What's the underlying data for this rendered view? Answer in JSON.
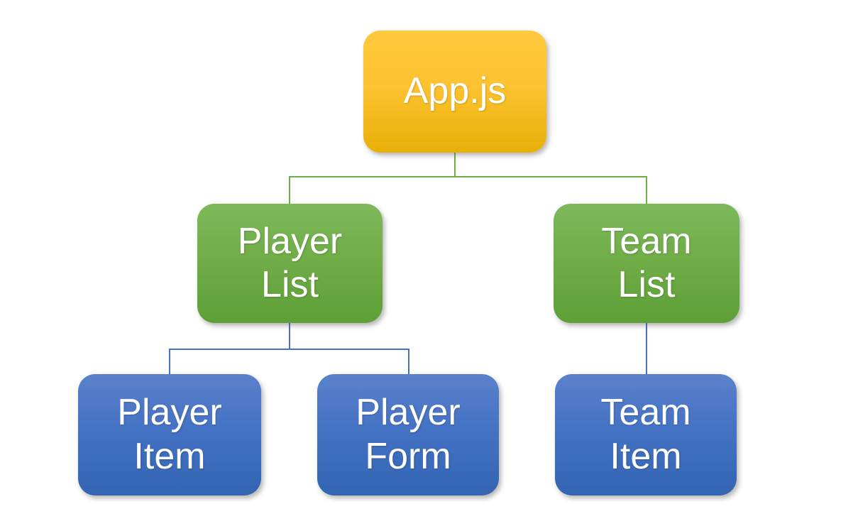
{
  "diagram": {
    "type": "tree-hierarchy",
    "background": "#ffffff",
    "nodes": [
      {
        "id": "app",
        "lines": [
          "App.js",
          ""
        ],
        "level": 1,
        "fill_top": "#ffc93c",
        "fill_bottom": "#e9af07",
        "text_color": "#ffffff"
      },
      {
        "id": "player_list",
        "lines": [
          "Player",
          "List"
        ],
        "level": 2,
        "fill_top": "#7db95b",
        "fill_bottom": "#5e9f36",
        "text_color": "#ffffff"
      },
      {
        "id": "team_list",
        "lines": [
          "Team",
          "List"
        ],
        "level": 2,
        "fill_top": "#7db95b",
        "fill_bottom": "#5e9f36",
        "text_color": "#ffffff"
      },
      {
        "id": "player_item",
        "lines": [
          "Player",
          "Item"
        ],
        "level": 3,
        "fill_top": "#5b82cb",
        "fill_bottom": "#3365b3",
        "text_color": "#ffffff"
      },
      {
        "id": "player_form",
        "lines": [
          "Player",
          "Form"
        ],
        "level": 3,
        "fill_top": "#5b82cb",
        "fill_bottom": "#3365b3",
        "text_color": "#ffffff"
      },
      {
        "id": "team_item",
        "lines": [
          "Team",
          "Item"
        ],
        "level": 3,
        "fill_top": "#5b82cb",
        "fill_bottom": "#3365b3",
        "text_color": "#ffffff"
      }
    ],
    "edges": [
      {
        "from": "app",
        "to": "player_list",
        "color": "#6fae47"
      },
      {
        "from": "app",
        "to": "team_list",
        "color": "#6fae47"
      },
      {
        "from": "player_list",
        "to": "player_item",
        "color": "#4472c4"
      },
      {
        "from": "player_list",
        "to": "player_form",
        "color": "#4472c4"
      },
      {
        "from": "team_list",
        "to": "team_item",
        "color": "#4472c4"
      }
    ],
    "edge_colors": {
      "level1_to_2": "#6fae47",
      "level2_to_3": "#4472c4"
    }
  }
}
